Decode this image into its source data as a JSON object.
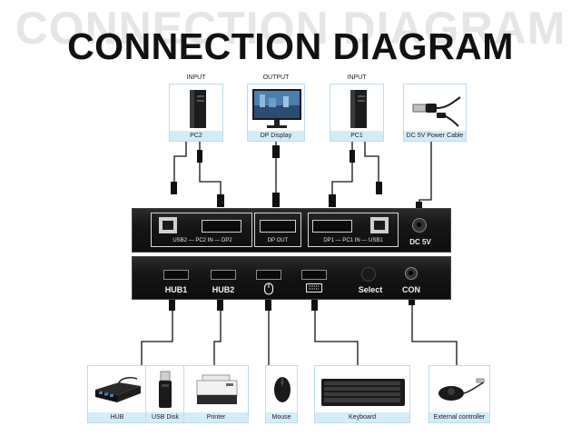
{
  "watermark": "CONNECTION DIAGRAM",
  "title": "CONNECTION DIAGRAM",
  "top_devices": [
    {
      "caption": "INPUT",
      "label": "PC2"
    },
    {
      "caption": "OUTPUT",
      "label": "DP Display"
    },
    {
      "caption": "INPUT",
      "label": "PC1"
    },
    {
      "caption": "",
      "label": "DC 5V Power Cable"
    }
  ],
  "back_panel": {
    "group_left": "USB2 — PC2 IN — DP2",
    "dp_out": "DP OUT",
    "group_right": "DP1 — PC1 IN — USB1",
    "power": "DC 5V"
  },
  "front_panel": {
    "hub1": "HUB1",
    "hub2": "HUB2",
    "select": "Select",
    "con": "CON"
  },
  "bottom_devices": [
    {
      "label": "HUB"
    },
    {
      "label": "USB Disk"
    },
    {
      "label": "Printer"
    },
    {
      "label": "Mouse"
    },
    {
      "label": "Keyboard"
    },
    {
      "label": "External controller"
    }
  ]
}
